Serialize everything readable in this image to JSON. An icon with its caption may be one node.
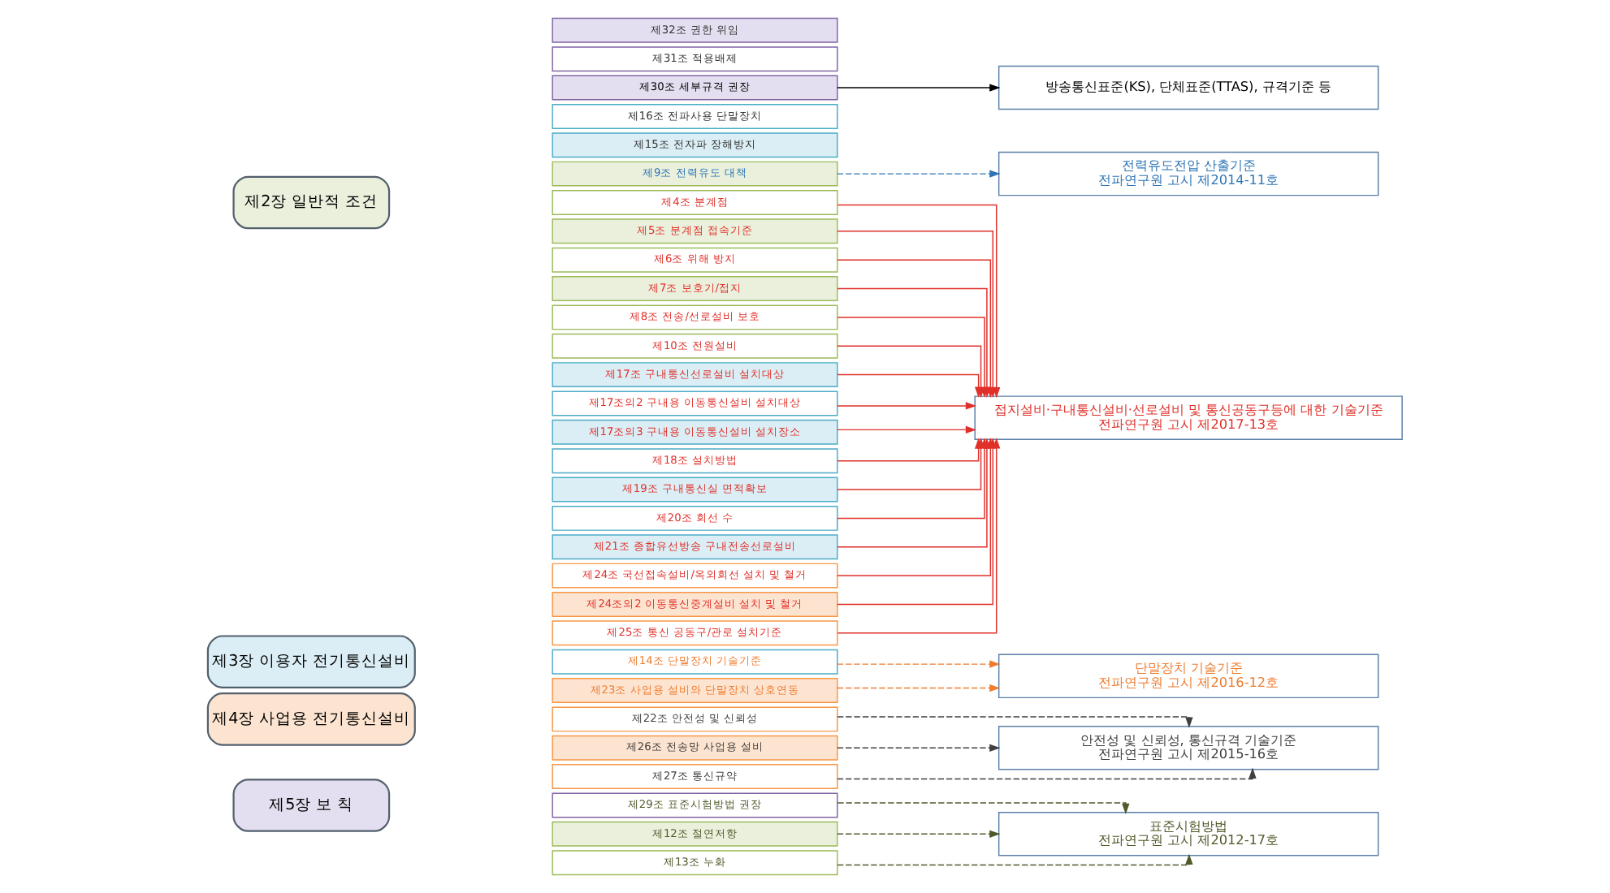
{
  "diagram": {
    "nodes": [
      {
        "text": [
          "제2장 일반적 조건"
        ]
      },
      {
        "text": [
          "제4조 분계점"
        ]
      },
      {
        "text": [
          "제5조 분계점 접속기준"
        ]
      },
      {
        "text": [
          "제6조 위해 방지"
        ]
      },
      {
        "text": [
          "제7조 보호기/접지"
        ]
      },
      {
        "text": [
          "제8조 전송/선로설비 보호"
        ]
      },
      {
        "text": [
          "제9조 전력유도 대책"
        ]
      },
      {
        "text": [
          "제10조 전원설비"
        ]
      },
      {
        "text": [
          "제12조 절연저항"
        ]
      },
      {
        "text": [
          "제13조 누화"
        ]
      },
      {
        "text": [
          "제3장 이용자 전기통신설비"
        ]
      },
      {
        "text": [
          "제14조 단말장치 기술기준"
        ]
      },
      {
        "text": [
          "제15조 전자파 장해방지"
        ]
      },
      {
        "text": [
          "제16조 전파사용 단말장치"
        ]
      },
      {
        "text": [
          "제17조 구내통신선로설비 설치대상"
        ]
      },
      {
        "text": [
          "제17조의2 구내용 이동통신설비 설치대상"
        ]
      },
      {
        "text": [
          "제17조의3 구내용 이동통신설비 설치장소"
        ]
      },
      {
        "text": [
          "제18조 설치방법"
        ]
      },
      {
        "text": [
          "제19조 구내통신실 면적확보"
        ]
      },
      {
        "text": [
          "제20조 회선 수"
        ]
      },
      {
        "text": [
          "제21조 종합유선방송 구내전송선로설비"
        ]
      },
      {
        "text": [
          "제4장 사업용 전기통신설비"
        ]
      },
      {
        "text": [
          "제22조 안전성 및 신뢰성"
        ]
      },
      {
        "text": [
          "제23조 사업용 설비와 단말장치 상호연동"
        ]
      },
      {
        "text": [
          "제24조 국선접속설비/옥외회선 설치 및 철거"
        ]
      },
      {
        "text": [
          "제24조의2 이동통신중계설비 설치 및 철거"
        ]
      },
      {
        "text": [
          "제25조 통신 공동구/관로 설치기준"
        ]
      },
      {
        "text": [
          "제26조 전송망 사업용 설비"
        ]
      },
      {
        "text": [
          "제27조 통신규약"
        ]
      },
      {
        "text": [
          "제5장 보 칙"
        ]
      },
      {
        "text": [
          "제29조 표준시험방법 권장"
        ]
      },
      {
        "text": [
          "제30조 세부규격 권장"
        ]
      },
      {
        "text": [
          "제31조 적용배제"
        ]
      },
      {
        "text": [
          "제32조 권한 위임"
        ]
      },
      {
        "text": [
          "접지설비·구내통신설비·선로설비 및 통신공동구등에 대한 기술기준",
          "전파연구원 고시 제2017-13호"
        ]
      },
      {
        "text": [
          "전력유도전압 산출기준",
          "전파연구원 고시 제2014-11호"
        ]
      },
      {
        "text": [
          "표준시험방법",
          "전파연구원 고시 제2012-17호"
        ]
      },
      {
        "text": [
          "단말장치 기술기준",
          "전파연구원 고시 제2016-12호"
        ]
      },
      {
        "text": [
          "안전성 및 신뢰성, 통신규격 기술기준",
          "전파연구원 고시 제2015-16호"
        ]
      },
      {
        "text": [
          "방송통신표준(KS), 단체표준(TTAS), 규격기준 등"
        ]
      }
    ],
    "edges": [
      {
        "from": 1,
        "to": 34,
        "arrow": "to"
      },
      {
        "from": 2,
        "to": 34,
        "arrow": "to"
      },
      {
        "from": 3,
        "to": 34,
        "arrow": "to"
      },
      {
        "from": 4,
        "to": 34,
        "arrow": "to"
      },
      {
        "from": 5,
        "to": 34,
        "arrow": "to"
      },
      {
        "from": 6,
        "to": 35,
        "arrow": "to",
        "style": "dashed",
        "color": "#2e75b6"
      },
      {
        "from": 7,
        "to": 34,
        "arrow": "to"
      },
      {
        "from": 8,
        "to": 36,
        "arrow": "to",
        "style": "dashed",
        "color": "#4f5a2a"
      },
      {
        "from": 9,
        "to": 36,
        "arrow": "to",
        "style": "dashed",
        "color": "#4f5a2a"
      },
      {
        "from": 11,
        "to": 37,
        "arrow": "to",
        "style": "dashed",
        "color": "#ed7d31"
      },
      {
        "from": 14,
        "to": 34,
        "arrow": "to"
      },
      {
        "from": 15,
        "to": 34,
        "arrow": "to"
      },
      {
        "from": 16,
        "to": 34,
        "arrow": "to"
      },
      {
        "from": 17,
        "to": 34,
        "arrow": "to"
      },
      {
        "from": 18,
        "to": 34,
        "arrow": "to"
      },
      {
        "from": 19,
        "to": 34,
        "arrow": "to"
      },
      {
        "from": 20,
        "to": 34,
        "arrow": "to"
      },
      {
        "from": 22,
        "to": 38,
        "arrow": "to",
        "style": "dashed",
        "color": "#404040"
      },
      {
        "from": 23,
        "to": 37,
        "arrow": "to",
        "style": "dashed",
        "color": "#ed7d31"
      },
      {
        "from": 24,
        "to": 34,
        "arrow": "to"
      },
      {
        "from": 25,
        "to": 34,
        "arrow": "to"
      },
      {
        "from": 26,
        "to": 34,
        "arrow": "to"
      },
      {
        "from": 27,
        "to": 38,
        "arrow": "to",
        "style": "dashed",
        "color": "#404040"
      },
      {
        "from": 28,
        "to": 38,
        "arrow": "to",
        "style": "dashed",
        "color": "#404040"
      },
      {
        "from": 30,
        "to": 36,
        "arrow": "to",
        "style": "dashed",
        "color": "#4f5a2a"
      },
      {
        "from": 31,
        "to": 39,
        "arrow": "to",
        "color": "#000000"
      }
    ]
  }
}
